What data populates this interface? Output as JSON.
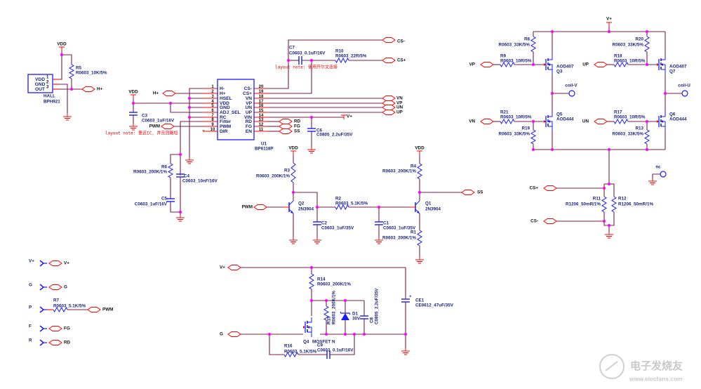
{
  "colors": {
    "wire": "#7a1f48",
    "pin": "#ff0000",
    "component": "#1a1aff",
    "junction": "#ff00ff",
    "label": "#1a237e",
    "note": "#e00000"
  },
  "hall": {
    "ref": "HALL",
    "part": "BPH921",
    "pins": [
      {
        "num": "1",
        "name": "VDD"
      },
      {
        "num": "2",
        "name": "GND"
      },
      {
        "num": "3",
        "name": "OUT"
      }
    ]
  },
  "u1": {
    "ref": "U1",
    "part": "BP6118P",
    "left_pins": [
      {
        "num": "1",
        "name": "H-"
      },
      {
        "num": "2",
        "name": "H+"
      },
      {
        "num": "3",
        "name": "HSEL"
      },
      {
        "num": "4",
        "name": "VDD"
      },
      {
        "num": "5",
        "name": "GND"
      },
      {
        "num": "6",
        "name": "ADJ_SEL"
      },
      {
        "num": "7",
        "name": "RC"
      },
      {
        "num": "8",
        "name": "Filter"
      },
      {
        "num": "9",
        "name": "PWM"
      },
      {
        "num": "10",
        "name": "DIR"
      }
    ],
    "right_pins": [
      {
        "num": "20",
        "name": "CS-"
      },
      {
        "num": "19",
        "name": "CS+"
      },
      {
        "num": "18",
        "name": "VN"
      },
      {
        "num": "17",
        "name": "VP"
      },
      {
        "num": "16",
        "name": "UN"
      },
      {
        "num": "15",
        "name": "UP"
      },
      {
        "num": "14",
        "name": "VIN"
      },
      {
        "num": "13",
        "name": "RD"
      },
      {
        "num": "12",
        "name": "FG"
      },
      {
        "num": "11",
        "name": "EN"
      }
    ]
  },
  "components": {
    "R1": {
      "ref": "R1",
      "value": "R0603_200K/1%"
    },
    "R2": {
      "ref": "R2",
      "value": "R0603_5.1K/5%"
    },
    "R3": {
      "ref": "R3",
      "value": "R0603_200K/1%"
    },
    "R4": {
      "ref": "R4",
      "value": "R0603_200K/1%"
    },
    "R5": {
      "ref": "R5",
      "value": "R0603_10K/5%"
    },
    "R6": {
      "ref": "R6",
      "value": "R0603_200K/1%"
    },
    "R7": {
      "ref": "R7",
      "value": "R0603_5.1K/5%"
    },
    "R8": {
      "ref": "R8",
      "value": "R0603_33K/5%"
    },
    "R9": {
      "ref": "R9",
      "value": "R0603_10R/5%"
    },
    "R10": {
      "ref": "R10",
      "value": "R0603_22R/5%"
    },
    "R11": {
      "ref": "R11",
      "value": "R1206_50mR/1%"
    },
    "R12": {
      "ref": "R12",
      "value": "R1206_50mR/1%"
    },
    "R13": {
      "ref": "R13",
      "value": "R0603_33K/5%"
    },
    "R14": {
      "ref": "R14",
      "value": "R0603_200K/1%"
    },
    "R15": {
      "ref": "R15",
      "value": "R0603_200K/1%"
    },
    "R16": {
      "ref": "R16",
      "value": "R0603_5.1K/5%"
    },
    "R17": {
      "ref": "R17",
      "value": "R0603_10R/5%"
    },
    "R18": {
      "ref": "R18",
      "value": "R0603_10R/5%"
    },
    "R19": {
      "ref": "R19",
      "value": "R0603_33K/5%"
    },
    "R20": {
      "ref": "R20",
      "value": "R0603_33K/5%"
    },
    "R21": {
      "ref": "R21",
      "value": "R0603_10R/5%"
    },
    "C1": {
      "ref": "C1",
      "value": "C0603_1uF/35V"
    },
    "C2": {
      "ref": "C2",
      "value": "C0603_1uF/35V"
    },
    "C3": {
      "ref": "C3",
      "value": "C0603_1uF/16V"
    },
    "C4": {
      "ref": "C4",
      "value": "C0603_10nF/16V"
    },
    "C5": {
      "ref": "C5",
      "value": "C0603_1uF/16V"
    },
    "C6": {
      "ref": "C6",
      "value": "C0805_2.2uF/35V"
    },
    "C7": {
      "ref": "C7",
      "value": "C0603_0.1uF/16V"
    },
    "C8": {
      "ref": "C8",
      "value": "C0805_2.2uF/35V"
    },
    "C9": {
      "ref": "C9",
      "value": "C0603_0.1uF/16V"
    },
    "CE1": {
      "ref": "CE1",
      "value": "CE0612_47uF/35V"
    },
    "D1": {
      "ref": "D1",
      "value": "30V"
    },
    "Q1": {
      "ref": "Q1",
      "value": "2N3904"
    },
    "Q2": {
      "ref": "Q2",
      "value": "2N3904"
    },
    "Q3": {
      "ref": "Q3",
      "value": "AOD407"
    },
    "Q4": {
      "ref": "Q4",
      "value": "MOSFET N"
    },
    "Q5": {
      "ref": "Q5",
      "value": "AOD444"
    },
    "Q6": {
      "ref": "Q6",
      "value": "AOD444"
    },
    "Q7": {
      "ref": "Q7",
      "value": "AOD407"
    }
  },
  "nets": {
    "vdd": "VDD",
    "vplus": "V+",
    "hplus": "H+",
    "pwm": "PWM",
    "cs_minus": "CS-",
    "cs_plus": "CS+",
    "vn": "VN",
    "vp": "VP",
    "un": "UN",
    "up": "UP",
    "rd": "RD",
    "fg": "FG",
    "ss": "SS",
    "g": "G",
    "coil_v": "coil-V",
    "coil_u": "coil-U",
    "nc": "nc"
  },
  "connectors": [
    {
      "pin": "V+",
      "net": "V+"
    },
    {
      "pin": "G",
      "net": "G"
    },
    {
      "pin": "P",
      "net": "PWM"
    },
    {
      "pin": "F",
      "net": "FG"
    },
    {
      "pin": "R",
      "net": "RD"
    }
  ],
  "layout_notes": [
    "layout note: 靠近IC, 并且回路短",
    "layout note: 使用开尔文连接"
  ],
  "watermark": {
    "brand": "电子发烧友",
    "url": "www.elecfans.com"
  }
}
